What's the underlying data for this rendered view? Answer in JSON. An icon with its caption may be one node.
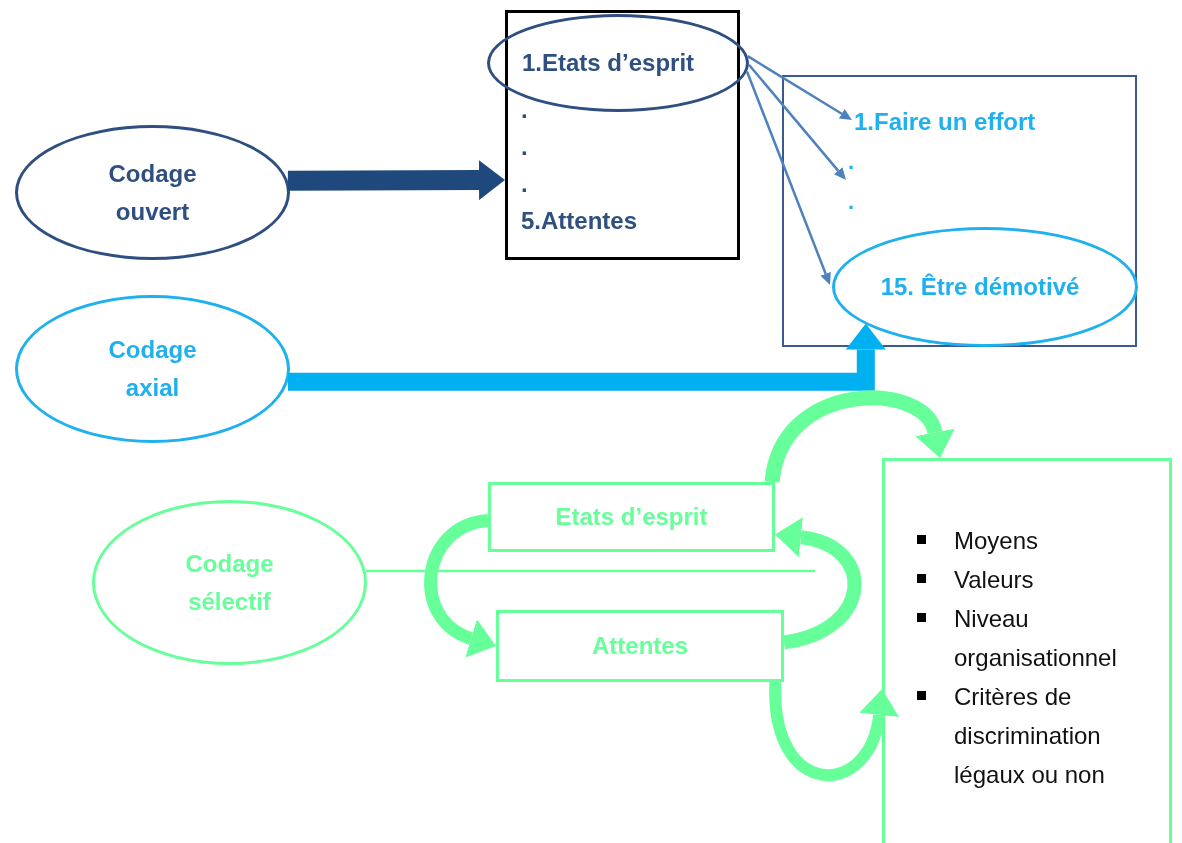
{
  "diagram": {
    "nodes": [
      {
        "text": [
          "Codage ouvert"
        ]
      },
      {
        "text": [
          ".",
          ".",
          ".",
          "5.Attentes"
        ]
      },
      {
        "text": [
          "1.Etats d’esprit"
        ]
      },
      {
        "text": [],
        "shape": "box"
      },
      {
        "text": [
          "1.Faire un effort"
        ],
        "in": 3
      },
      {
        "text": [
          ".",
          "."
        ],
        "in": 3
      },
      {
        "text": [
          "15. Être démotivé"
        ],
        "in": 3
      },
      {
        "text": [
          "Codage axial"
        ]
      },
      {
        "text": [
          "Codage sélectif"
        ]
      },
      {
        "text": [
          "Etats d’esprit"
        ]
      },
      {
        "text": [
          "Attentes"
        ]
      },
      {
        "text": [
          "Moyens",
          "Valeurs",
          "Niveau organisationnel",
          "Critères de discrimination légaux ou non"
        ]
      }
    ],
    "edges": [
      {
        "from": 0,
        "to": 1,
        "arrow": "to",
        "color": "#1f497d"
      },
      {
        "from": 2,
        "to": 4,
        "arrow": "to",
        "color": "#4f81bd"
      },
      {
        "from": 2,
        "to": 5,
        "arrow": "to",
        "color": "#4f81bd"
      },
      {
        "from": 2,
        "to": 6,
        "arrow": "to",
        "color": "#4f81bd"
      },
      {
        "from": 7,
        "to": 6,
        "arrow": "to",
        "color": "#00b0f0"
      },
      {
        "from": 8,
        "to": null,
        "arrow": "none",
        "color": "#66ff99"
      },
      {
        "from": 9,
        "to": 10,
        "arrow": "to",
        "color": "#66ff99"
      },
      {
        "from": 10,
        "to": 9,
        "arrow": "to",
        "color": "#66ff99"
      },
      {
        "from": 9,
        "to": 11,
        "arrow": "to",
        "color": "#66ff99"
      },
      {
        "from": 10,
        "to": 11,
        "arrow": "to",
        "color": "#66ff99"
      }
    ]
  }
}
